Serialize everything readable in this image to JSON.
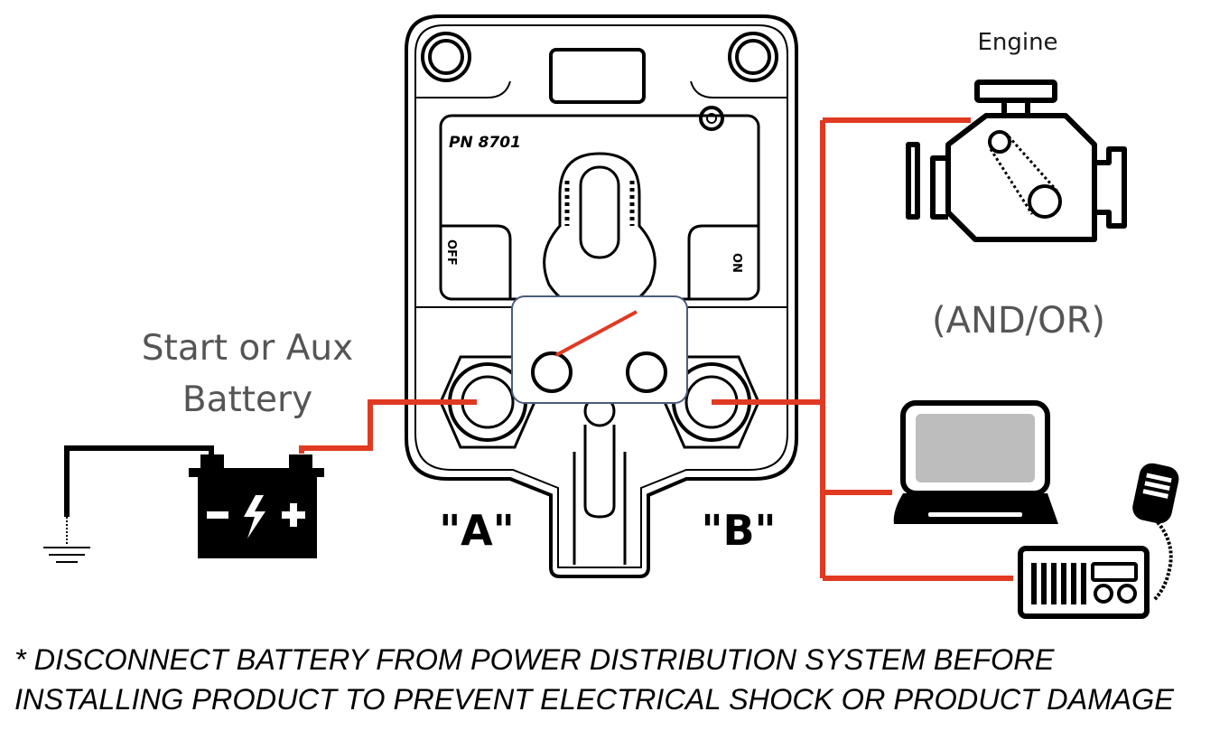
{
  "labels": {
    "engine": "Engine",
    "and_or": "(AND/OR)",
    "battery_line1": "Start or Aux",
    "battery_line2": "Battery",
    "terminal_a": "\"A\"",
    "terminal_b": "\"B\"",
    "part_number": "PN 8701",
    "off": "OFF",
    "on": "ON"
  },
  "warning": {
    "line1": "* DISCONNECT BATTERY FROM POWER DISTRIBUTION SYSTEM BEFORE",
    "line2": "INSTALLING PRODUCT TO PREVENT ELECTRICAL SHOCK OR PRODUCT DAMAGE"
  },
  "icons": [
    "switch-body",
    "battery-icon",
    "ground-icon",
    "engine-icon",
    "laptop-icon",
    "radio-icon"
  ],
  "colors": {
    "wire": "#e03a22",
    "ground_wire": "#000000",
    "label_gray": "#555555",
    "laptop_screen": "#bdbdbd"
  }
}
